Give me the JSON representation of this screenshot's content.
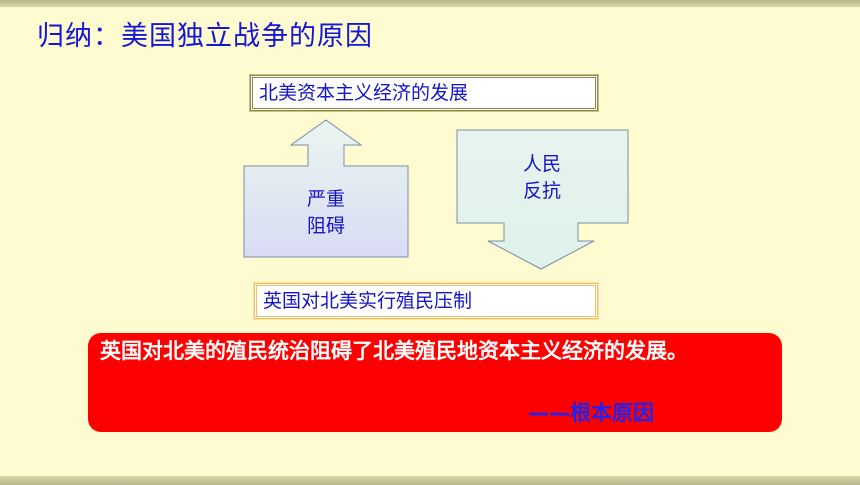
{
  "slide": {
    "title": "归纳：美国独立战争的原因"
  },
  "diagram": {
    "top_box": "北美资本主义经济的发展",
    "bottom_box": "英国对北美实行殖民压制",
    "up_arrow_label": [
      "严重",
      "阻碍"
    ],
    "down_arrow_label": [
      "人民",
      "反抗"
    ]
  },
  "conclusion": {
    "text": "英国对北美的殖民统治阻碍了北美殖民地资本主义经济的发展。",
    "source": "——根本原因"
  }
}
